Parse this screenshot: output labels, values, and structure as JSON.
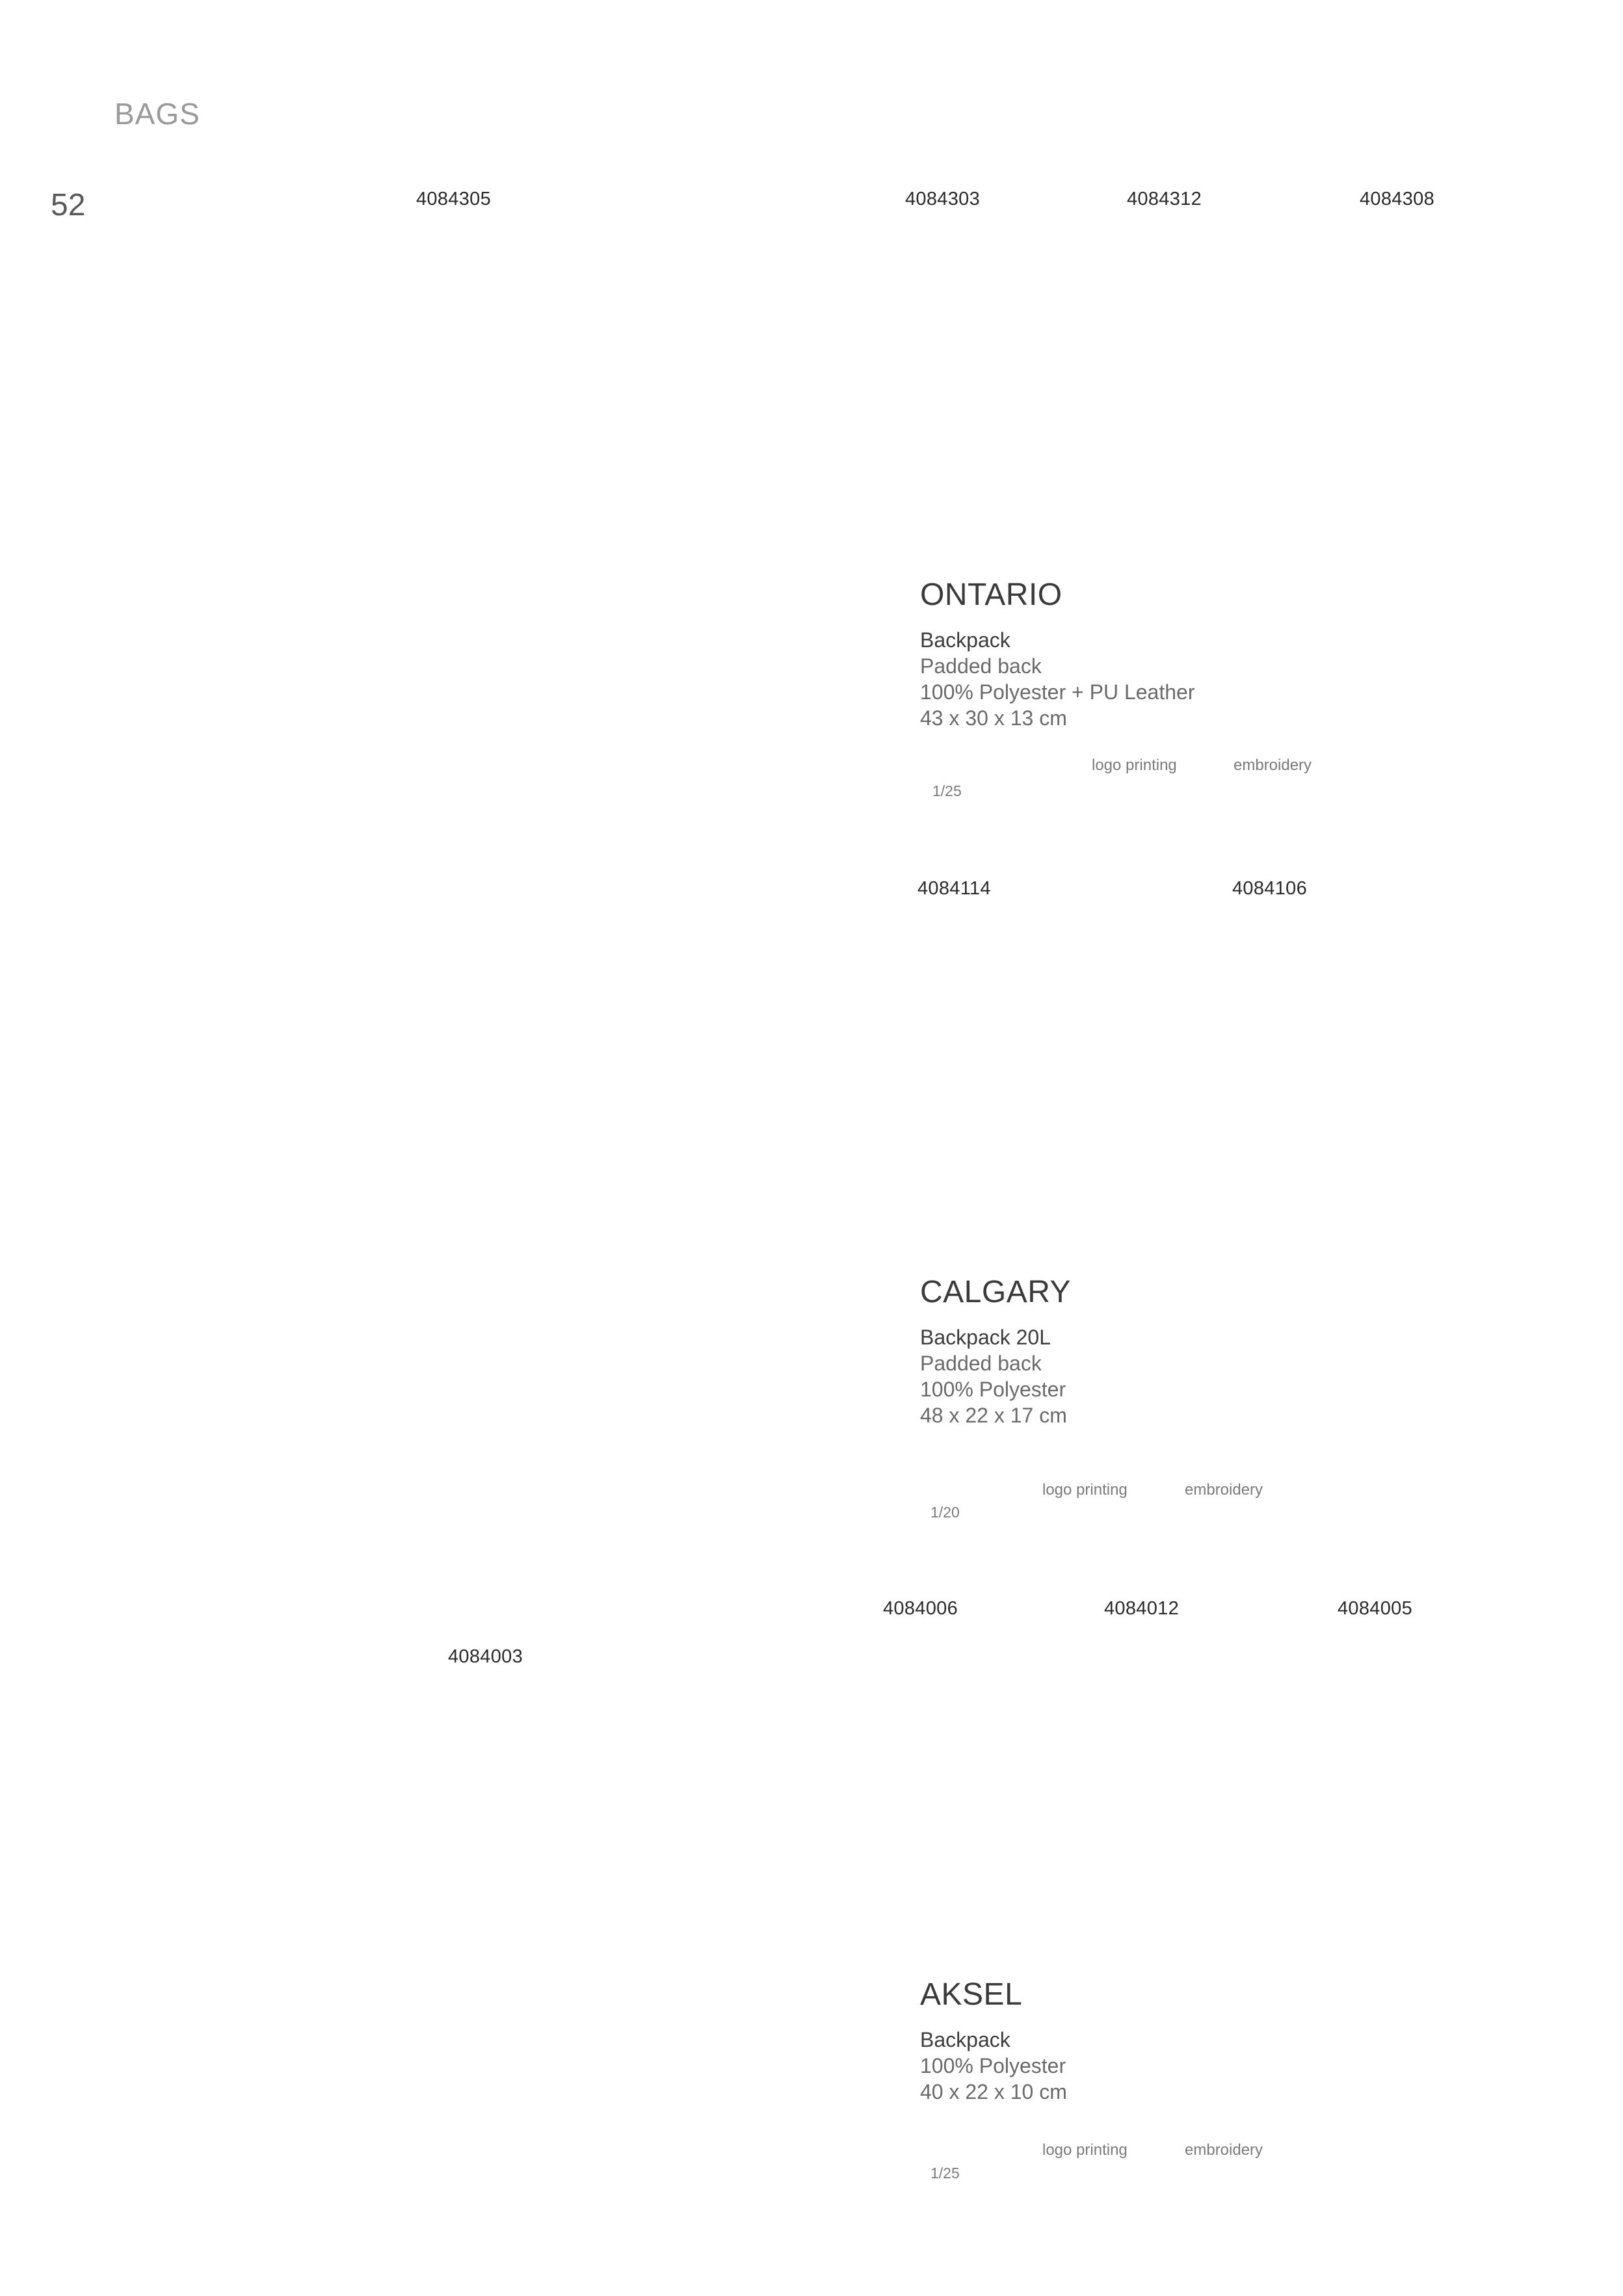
{
  "header": {
    "section": "BAGS",
    "page_number": "52"
  },
  "products": [
    {
      "name": "ONTARIO",
      "skus": [
        "4084305",
        "4084303",
        "4084312",
        "4084308"
      ],
      "type": "Backpack",
      "details": [
        "Padded back",
        "100% Polyester + PU Leather",
        "43 x 30 x 13 cm"
      ],
      "decoration": [
        "logo printing",
        "embroidery"
      ],
      "packing": "1/25"
    },
    {
      "name": "CALGARY",
      "skus": [
        "4084114",
        "4084106"
      ],
      "type": "Backpack 20L",
      "details": [
        "Padded back",
        "100% Polyester",
        "48 x 22 x 17 cm"
      ],
      "decoration": [
        "logo printing",
        "embroidery"
      ],
      "packing": "1/20"
    },
    {
      "name": "AKSEL",
      "skus": [
        "4084006",
        "4084012",
        "4084005",
        "4084003"
      ],
      "type": "Backpack",
      "details": [
        "100% Polyester",
        "40 x 22 x 10 cm"
      ],
      "decoration": [
        "logo printing",
        "embroidery"
      ],
      "packing": "1/25"
    }
  ]
}
